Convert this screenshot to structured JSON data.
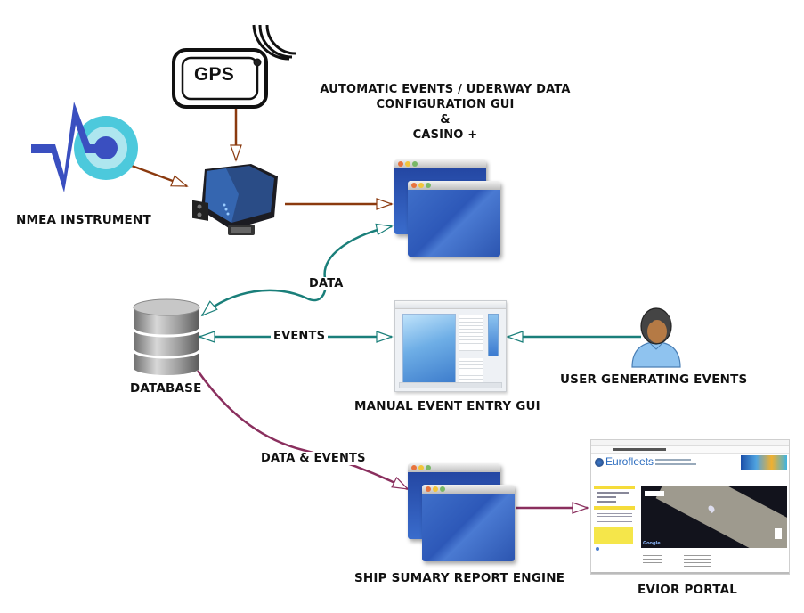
{
  "diagram": {
    "nodes": {
      "nmea_instrument": {
        "label": "NMEA INSTRUMENT"
      },
      "gps": {
        "label": "GPS"
      },
      "config_gui": {
        "label_lines": [
          "AUTOMATIC EVENTS / UDERWAY DATA",
          "CONFIGURATION GUI",
          "&",
          "CASINO +"
        ]
      },
      "database": {
        "label": "DATABASE"
      },
      "manual_gui": {
        "label": "MANUAL EVENT ENTRY GUI"
      },
      "user": {
        "label": "USER GENERATING EVENTS"
      },
      "report_engine": {
        "label": "SHIP SUMARY REPORT ENGINE"
      },
      "portal": {
        "label": "EVIOR PORTAL",
        "brand": "Eurofleets",
        "map_attribution": "Google"
      }
    },
    "edges": [
      {
        "from": "nmea_instrument",
        "to": "serial_device",
        "label": "",
        "color": "#8b3a0f"
      },
      {
        "from": "gps",
        "to": "serial_device",
        "label": "",
        "color": "#8b3a0f"
      },
      {
        "from": "serial_device",
        "to": "config_gui",
        "label": "",
        "color": "#8b3a0f"
      },
      {
        "from": "database",
        "to": "config_gui",
        "label": "DATA",
        "color": "#1a7f7a",
        "bidirectional": true
      },
      {
        "from": "database",
        "to": "manual_gui",
        "label": "EVENTS",
        "color": "#1a7f7a",
        "bidirectional": true
      },
      {
        "from": "user",
        "to": "manual_gui",
        "label": "",
        "color": "#1a7f7a"
      },
      {
        "from": "database",
        "to": "report_engine",
        "label": "DATA & EVENTS",
        "color": "#8a2f5e"
      },
      {
        "from": "report_engine",
        "to": "portal",
        "label": "",
        "color": "#8a2f5e"
      }
    ]
  },
  "colors": {
    "serial_link": "#8b3a0f",
    "data_link": "#1a7f7a",
    "report_link": "#8a2f5e",
    "nmea_blue": "#3a4fc0",
    "nmea_cyan": "#4cc9dc"
  }
}
